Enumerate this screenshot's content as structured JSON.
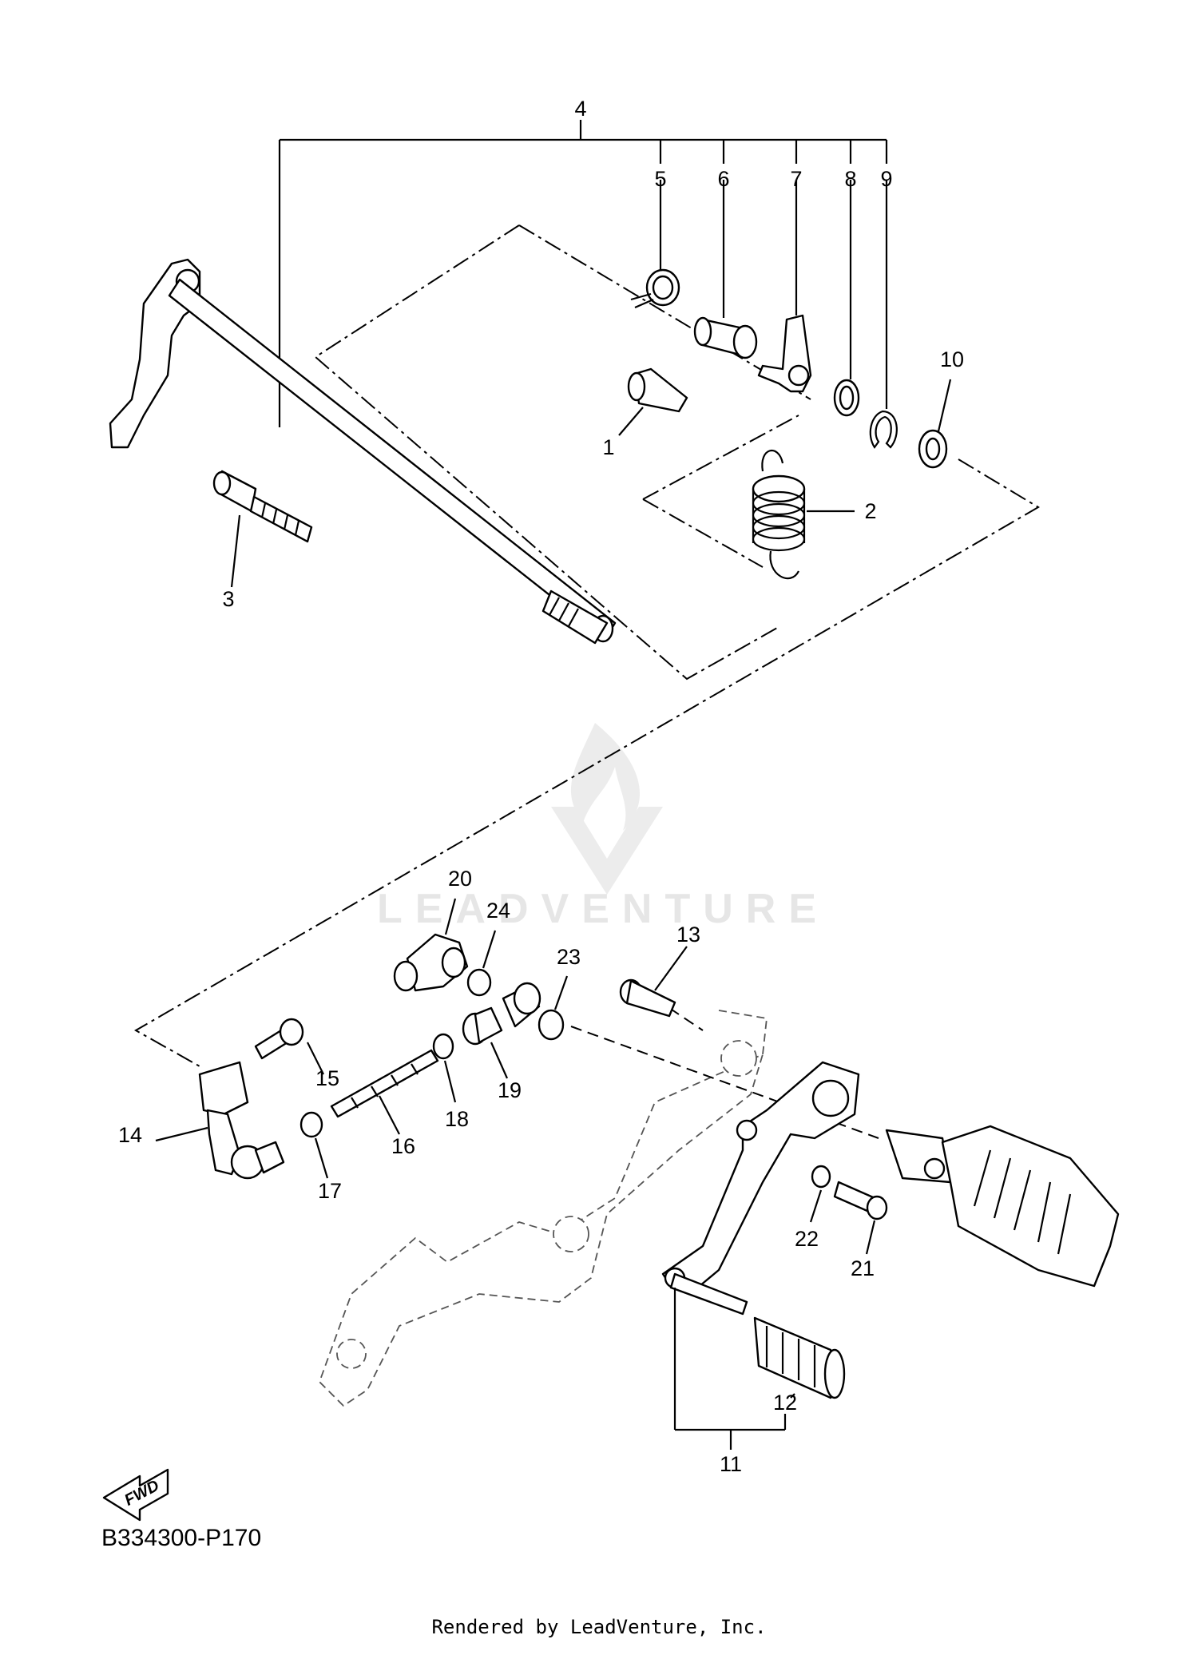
{
  "diagram_code": "B334300-P170",
  "rendered_by": "Rendered by LeadVenture, Inc.",
  "watermark": "LEADVENTURE",
  "fwd_label": "FWD",
  "callouts": [
    {
      "id": "1",
      "label": "1"
    },
    {
      "id": "2",
      "label": "2"
    },
    {
      "id": "3",
      "label": "3"
    },
    {
      "id": "4",
      "label": "4"
    },
    {
      "id": "5",
      "label": "5"
    },
    {
      "id": "6",
      "label": "6"
    },
    {
      "id": "7",
      "label": "7"
    },
    {
      "id": "8",
      "label": "8"
    },
    {
      "id": "9",
      "label": "9"
    },
    {
      "id": "10",
      "label": "10"
    },
    {
      "id": "11",
      "label": "11"
    },
    {
      "id": "12",
      "label": "12"
    },
    {
      "id": "13",
      "label": "13"
    },
    {
      "id": "14",
      "label": "14"
    },
    {
      "id": "15",
      "label": "15"
    },
    {
      "id": "16",
      "label": "16"
    },
    {
      "id": "17",
      "label": "17"
    },
    {
      "id": "18",
      "label": "18"
    },
    {
      "id": "19",
      "label": "19"
    },
    {
      "id": "20",
      "label": "20"
    },
    {
      "id": "21",
      "label": "21"
    },
    {
      "id": "22",
      "label": "22"
    },
    {
      "id": "23",
      "label": "23"
    },
    {
      "id": "24",
      "label": "24"
    }
  ]
}
